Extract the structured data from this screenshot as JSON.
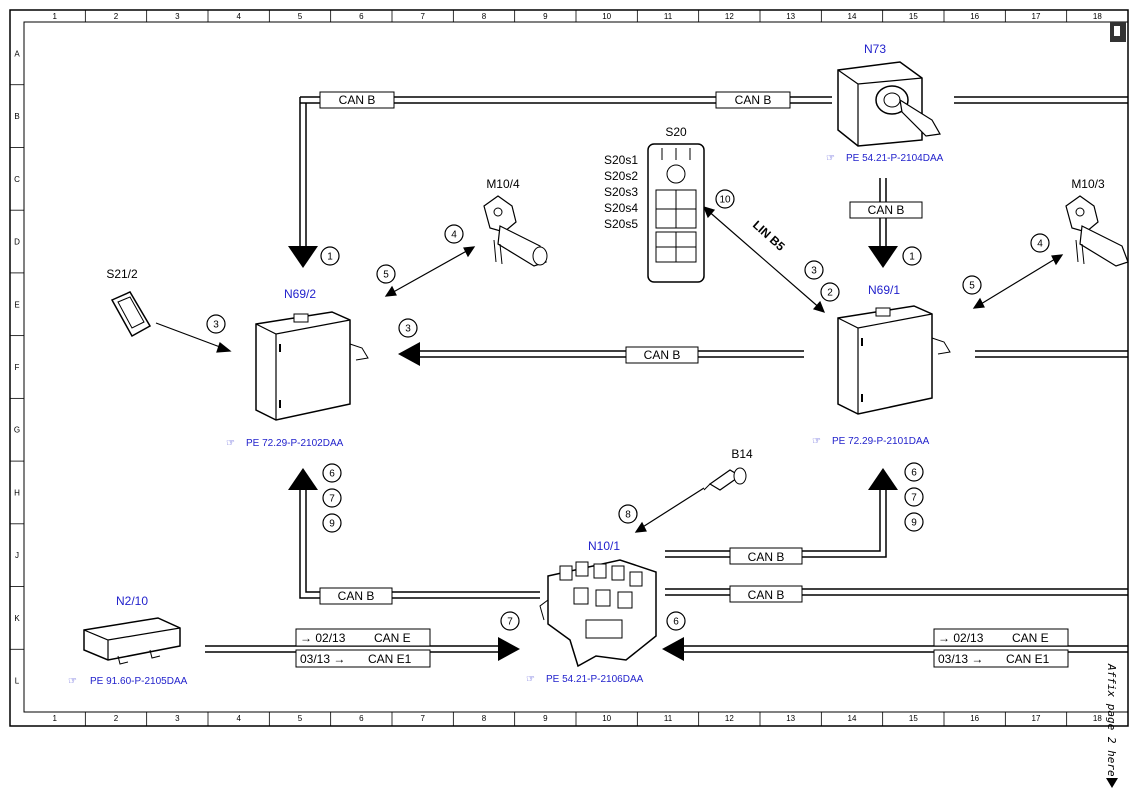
{
  "grid": {
    "columns": [
      "1",
      "2",
      "3",
      "4",
      "5",
      "6",
      "7",
      "8",
      "9",
      "10",
      "11",
      "12",
      "13",
      "14",
      "15",
      "16",
      "17",
      "18"
    ],
    "rows": [
      "A",
      "B",
      "C",
      "D",
      "E",
      "F",
      "G",
      "H",
      "J",
      "K",
      "L"
    ]
  },
  "components": {
    "n73": {
      "name": "N73",
      "ref": "PE 54.21-P-2104DAA"
    },
    "n69_2": {
      "name": "N69/2",
      "ref": "PE 72.29-P-2102DAA"
    },
    "n69_1": {
      "name": "N69/1",
      "ref": "PE 72.29-P-2101DAA"
    },
    "n10_1": {
      "name": "N10/1",
      "ref": "PE 54.21-P-2106DAA"
    },
    "n2_10": {
      "name": "N2/10",
      "ref": "PE 91.60-P-2105DAA"
    },
    "s20": {
      "name": "S20",
      "switches": [
        "S20s1",
        "S20s2",
        "S20s3",
        "S20s4",
        "S20s5"
      ]
    },
    "m10_4": {
      "name": "M10/4"
    },
    "m10_3": {
      "name": "M10/3"
    },
    "s21_2": {
      "name": "S21/2"
    },
    "b14": {
      "name": "B14"
    }
  },
  "buses": {
    "can_b": "CAN B",
    "can_e": "CAN E",
    "can_e1": "CAN E1",
    "lin_b5": "LIN B5",
    "page_fwd": "02/13",
    "page_back": "03/13"
  },
  "numbers": {
    "n1": "1",
    "n2": "2",
    "n3": "3",
    "n4": "4",
    "n5": "5",
    "n6": "6",
    "n7": "7",
    "n8": "8",
    "n9": "9",
    "n10": "10"
  },
  "footer": {
    "affix": "Affix page 2 here"
  },
  "colors": {
    "line": "#000000",
    "component_label": "#2222cc",
    "background": "#ffffff"
  }
}
